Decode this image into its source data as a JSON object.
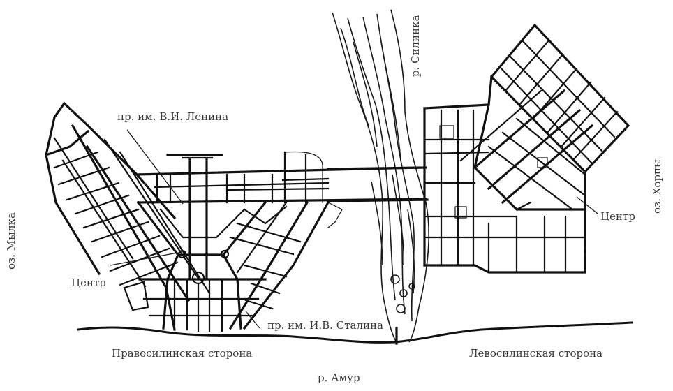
{
  "map": {
    "labels": {
      "lenin_avenue": "пр. им. В.И. Ленина",
      "stalin_avenue": "пр. им. И.В. Сталина",
      "center_left": "Центр",
      "center_right": "Центр",
      "lake_mylka": "оз. Мылка",
      "lake_khorpy": "оз. Хорпы",
      "river_silinka": "р. Силинка",
      "river_amur": "р. Амур",
      "right_bank": "Правосилинская сторона",
      "left_bank": "Левосилинская сторона"
    },
    "colors": {
      "ink": "#111111",
      "label": "#3a3a3a",
      "background": "#ffffff"
    }
  }
}
